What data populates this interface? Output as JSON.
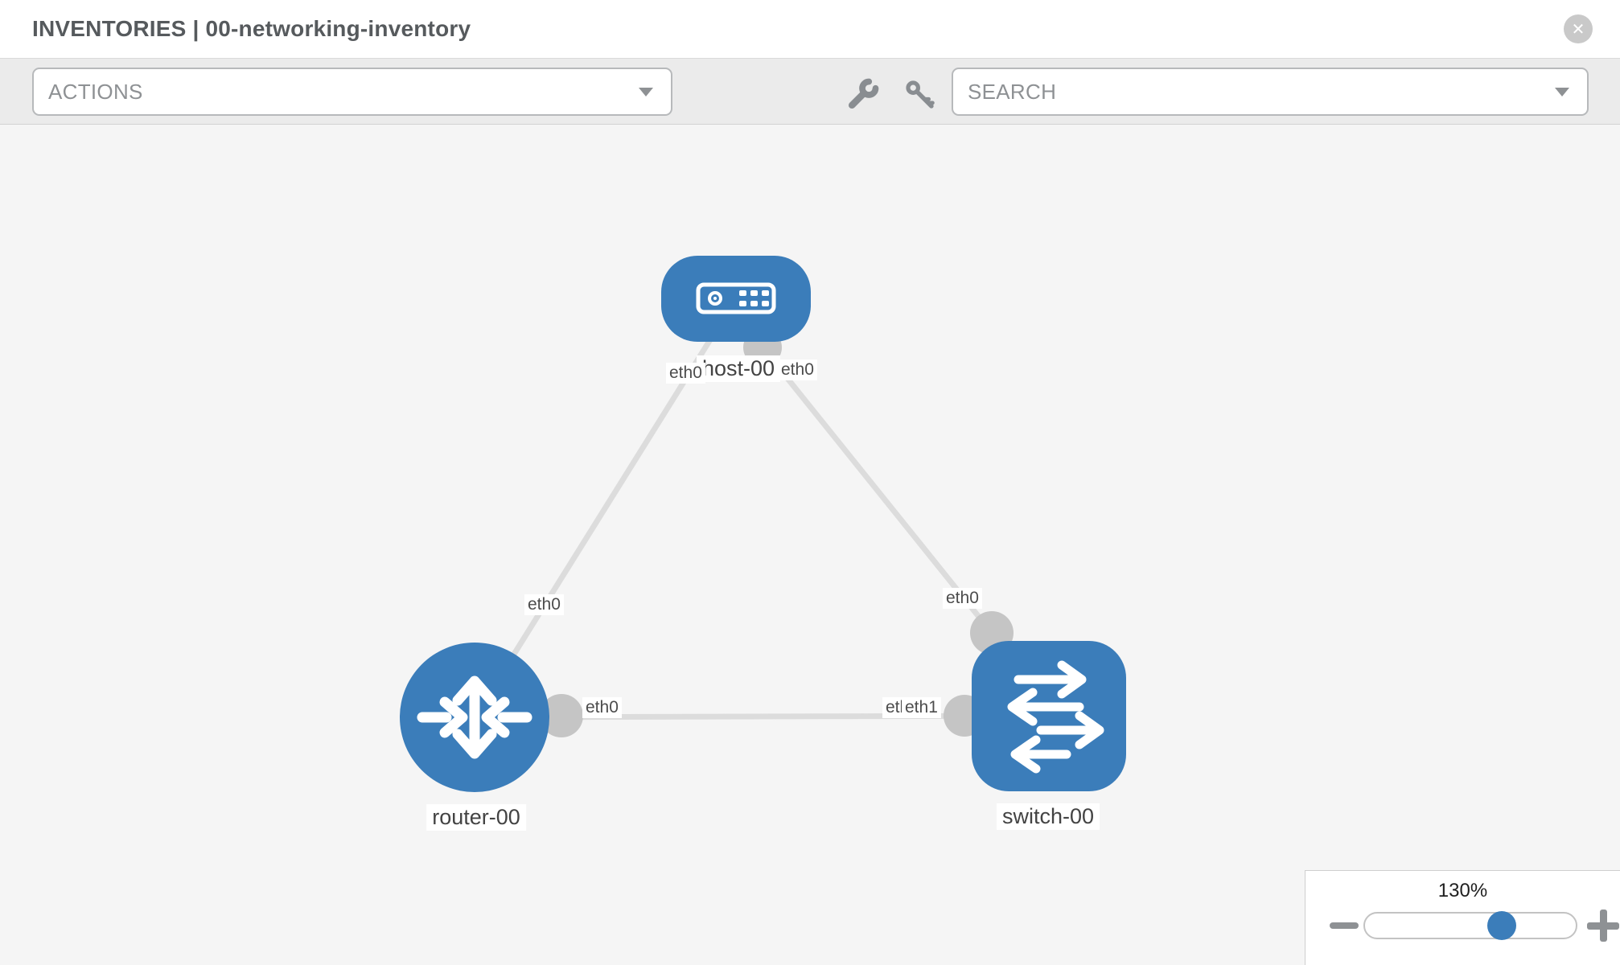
{
  "header": {
    "title": "INVENTORIES | 00-networking-inventory",
    "close_icon": "close-icon"
  },
  "toolbar": {
    "actions_label": "ACTIONS",
    "search_label": "SEARCH",
    "icons": [
      "wrench-icon",
      "key-icon",
      "chevron-down-icon"
    ]
  },
  "topology": {
    "nodes": [
      {
        "id": "host-00",
        "type": "host",
        "label": "host-00"
      },
      {
        "id": "router-00",
        "type": "router",
        "label": "router-00"
      },
      {
        "id": "switch-00",
        "type": "switch",
        "label": "switch-00"
      }
    ],
    "links": [
      {
        "from": "host-00",
        "to": "router-00",
        "from_interface": "eth0",
        "to_interface": "eth0"
      },
      {
        "from": "host-00",
        "to": "switch-00",
        "from_interface": "eth0",
        "to_interface": "eth0"
      },
      {
        "from": "router-00",
        "to": "switch-00",
        "from_interface": "eth0",
        "to_interface": "eth1",
        "to_interface_overlapped": "eth0"
      }
    ]
  },
  "zoom_control": {
    "value": "130%",
    "minus_icon": "minus-icon",
    "plus_icon": "plus-icon"
  },
  "colors": {
    "node_blue": "#3b7dba",
    "link_gray": "#dcdcdc",
    "port_gray": "#c5c5c5",
    "canvas_bg": "#f5f5f5",
    "toolbar_bg": "#ebebeb",
    "muted_text": "#8e9194"
  }
}
